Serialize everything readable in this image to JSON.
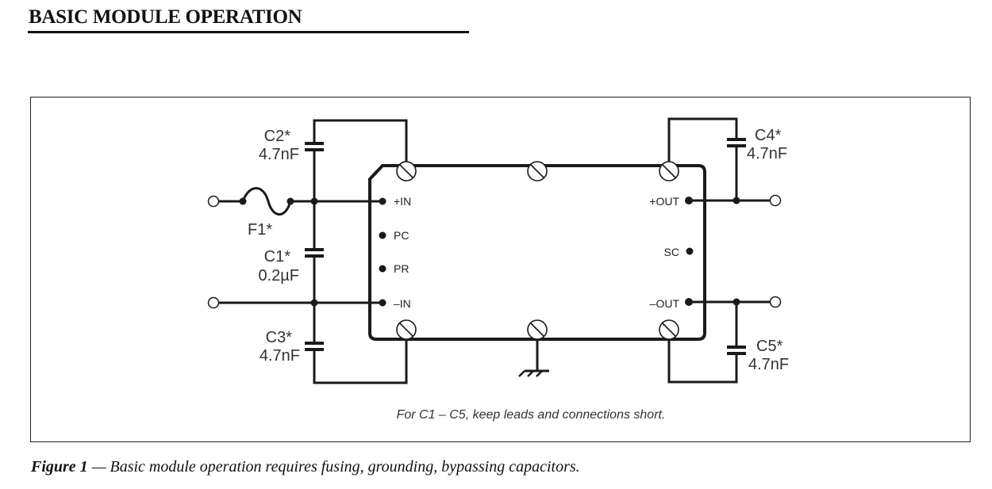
{
  "heading": "BASIC MODULE OPERATION",
  "diagram": {
    "components": {
      "C1": {
        "ref": "C1*",
        "value": "0.2µF"
      },
      "C2": {
        "ref": "C2*",
        "value": "4.7nF"
      },
      "C3": {
        "ref": "C3*",
        "value": "4.7nF"
      },
      "C4": {
        "ref": "C4*",
        "value": "4.7nF"
      },
      "C5": {
        "ref": "C5*",
        "value": "4.7nF"
      },
      "F1": {
        "ref": "F1*"
      }
    },
    "pins": {
      "plus_in": "+IN",
      "pc": "PC",
      "pr": "PR",
      "minus_in": "–IN",
      "plus_out": "+OUT",
      "sc": "SC",
      "minus_out": "–OUT"
    },
    "note": "For C1 – C5, keep leads and connections short."
  },
  "caption": {
    "label": "Figure 1",
    "text": " — Basic module operation requires fusing, grounding, bypassing capacitors."
  }
}
